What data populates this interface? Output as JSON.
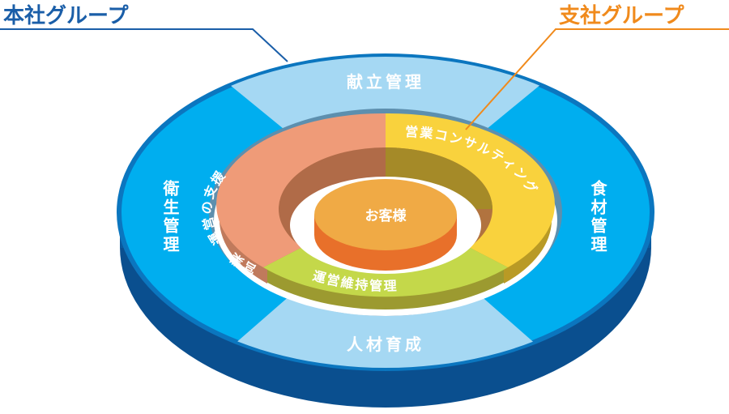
{
  "groups": {
    "head_office": {
      "label": "本社グループ",
      "color": "#1a5ea8"
    },
    "branch": {
      "label": "支社グループ",
      "color": "#f08a1c"
    }
  },
  "outer_ring": {
    "top": "献立管理",
    "left": "衛生管理",
    "right": "食材管理",
    "bottom": "人材育成"
  },
  "middle_ring": {
    "orange": "営業・運営の支援",
    "yellow": "営業コンサルティング",
    "green": "運営維持管理"
  },
  "center": "お客様"
}
